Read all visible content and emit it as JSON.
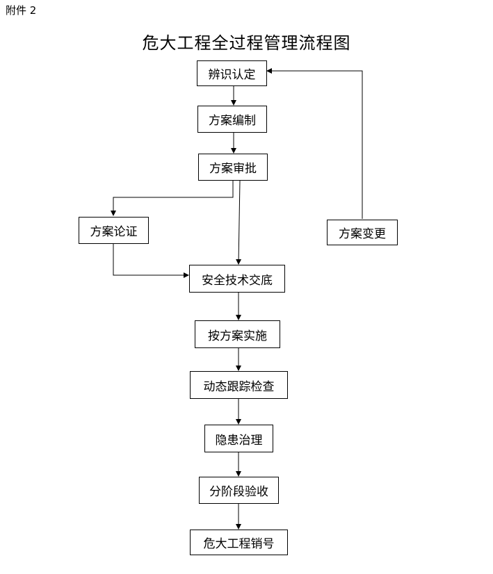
{
  "header": {
    "attachment": "附件 2"
  },
  "title": "危大工程全过程管理流程图",
  "nodes": {
    "identify": "辨识认定",
    "compile": "方案编制",
    "approve": "方案审批",
    "argue": "方案论证",
    "change": "方案变更",
    "briefing": "安全技术交底",
    "implement": "按方案实施",
    "tracking": "动态跟踪检查",
    "hazard": "隐患治理",
    "acceptance": "分阶段验收",
    "closeout": "危大工程销号"
  }
}
